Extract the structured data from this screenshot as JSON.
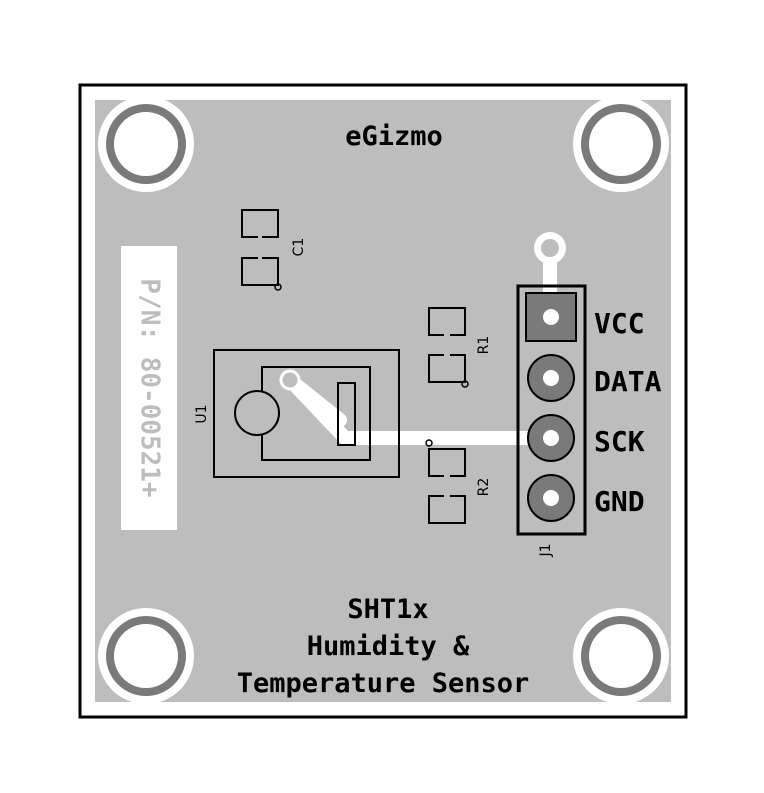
{
  "board": {
    "brand": "eGizmo",
    "part_number": "P/N: 80-00521+",
    "title_lines": [
      "SHT1x",
      "Humidity &",
      "Temperature Sensor"
    ],
    "colors": {
      "board_fill": "#bdbdbd",
      "outline": "#000000",
      "copper": "#ffffff",
      "pad": "#7a7a7a"
    }
  },
  "components": {
    "c1": "C1",
    "r1": "R1",
    "r2": "R2",
    "u1": "U1",
    "j1": "J1"
  },
  "pins": [
    "VCC",
    "DATA",
    "SCK",
    "GND"
  ],
  "icons": {
    "mounting_hole": "mounting-hole-icon",
    "pad": "pad-icon"
  }
}
